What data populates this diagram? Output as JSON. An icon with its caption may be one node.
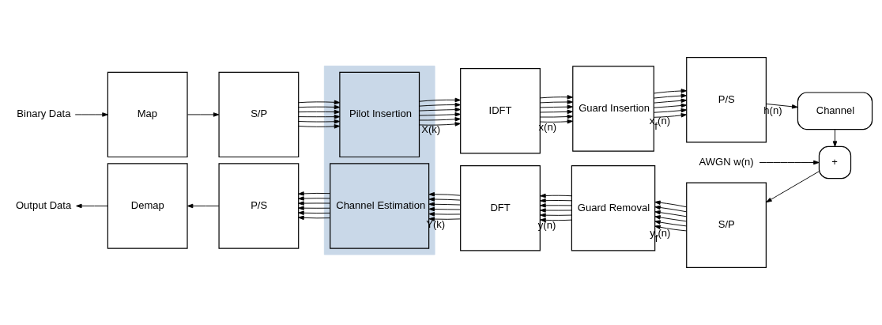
{
  "diagram": {
    "nodes": [
      {
        "text": [],
        "shape": "band"
      },
      {
        "text": [
          "Binary Data"
        ]
      },
      {
        "text": [
          "Map"
        ]
      },
      {
        "text": [
          "S/P"
        ]
      },
      {
        "text": [
          "Pilot Insertion"
        ],
        "in": 0
      },
      {
        "text": [
          "IDFT"
        ]
      },
      {
        "text": [
          "Guard Insertion"
        ]
      },
      {
        "text": [
          "P/S"
        ]
      },
      {
        "text": [
          "Channel"
        ]
      },
      {
        "text": [
          "AWGN w(n)"
        ]
      },
      {
        "text": [
          "+"
        ]
      },
      {
        "text": [
          "S/P"
        ]
      },
      {
        "text": [
          "Guard Removal"
        ]
      },
      {
        "text": [
          "DFT"
        ]
      },
      {
        "text": [
          "Channel Estimation"
        ],
        "in": 0
      },
      {
        "text": [
          "P/S"
        ]
      },
      {
        "text": [
          "Demap"
        ]
      },
      {
        "text": [
          "Output Data"
        ]
      }
    ],
    "edges": [
      {
        "from": 1,
        "to": 2,
        "arrow": "to"
      },
      {
        "from": 2,
        "to": 3,
        "arrow": "to"
      },
      {
        "from": 3,
        "to": 4,
        "arrow": "to"
      },
      {
        "from": 3,
        "to": 4,
        "arrow": "to"
      },
      {
        "from": 3,
        "to": 4,
        "arrow": "to"
      },
      {
        "from": 3,
        "to": 4,
        "arrow": "to"
      },
      {
        "from": 3,
        "to": 4,
        "arrow": "to"
      },
      {
        "from": 3,
        "to": 4,
        "arrow": "to"
      },
      {
        "from": 4,
        "to": 5,
        "arrow": "to",
        "label": "X(k)"
      },
      {
        "from": 4,
        "to": 5,
        "arrow": "to"
      },
      {
        "from": 4,
        "to": 5,
        "arrow": "to"
      },
      {
        "from": 4,
        "to": 5,
        "arrow": "to"
      },
      {
        "from": 4,
        "to": 5,
        "arrow": "to"
      },
      {
        "from": 4,
        "to": 5,
        "arrow": "to"
      },
      {
        "from": 5,
        "to": 6,
        "arrow": "to",
        "label": "x(n)"
      },
      {
        "from": 5,
        "to": 6,
        "arrow": "to"
      },
      {
        "from": 5,
        "to": 6,
        "arrow": "to"
      },
      {
        "from": 5,
        "to": 6,
        "arrow": "to"
      },
      {
        "from": 5,
        "to": 6,
        "arrow": "to"
      },
      {
        "from": 5,
        "to": 6,
        "arrow": "to"
      },
      {
        "from": 6,
        "to": 7,
        "arrow": "to",
        "label": "x$_{f}$(n)"
      },
      {
        "from": 6,
        "to": 7,
        "arrow": "to"
      },
      {
        "from": 6,
        "to": 7,
        "arrow": "to"
      },
      {
        "from": 6,
        "to": 7,
        "arrow": "to"
      },
      {
        "from": 6,
        "to": 7,
        "arrow": "to"
      },
      {
        "from": 6,
        "to": 7,
        "arrow": "to"
      },
      {
        "from": 7,
        "to": 8,
        "arrow": "to",
        "label": "h(n)"
      },
      {
        "from": 8,
        "to": 10,
        "arrow": "to"
      },
      {
        "from": 9,
        "to": 10,
        "arrow": "to"
      },
      {
        "from": 10,
        "to": 11,
        "arrow": "to"
      },
      {
        "from": 11,
        "to": 12,
        "arrow": "to",
        "label": "y$_{f}$(n)"
      },
      {
        "from": 11,
        "to": 12,
        "arrow": "to"
      },
      {
        "from": 11,
        "to": 12,
        "arrow": "to"
      },
      {
        "from": 11,
        "to": 12,
        "arrow": "to"
      },
      {
        "from": 11,
        "to": 12,
        "arrow": "to"
      },
      {
        "from": 11,
        "to": 12,
        "arrow": "to"
      },
      {
        "from": 12,
        "to": 13,
        "arrow": "to",
        "label": "y(n)"
      },
      {
        "from": 12,
        "to": 13,
        "arrow": "to"
      },
      {
        "from": 12,
        "to": 13,
        "arrow": "to"
      },
      {
        "from": 12,
        "to": 13,
        "arrow": "to"
      },
      {
        "from": 12,
        "to": 13,
        "arrow": "to"
      },
      {
        "from": 12,
        "to": 13,
        "arrow": "to"
      },
      {
        "from": 13,
        "to": 14,
        "arrow": "to",
        "label": "Y(k)"
      },
      {
        "from": 13,
        "to": 14,
        "arrow": "to"
      },
      {
        "from": 13,
        "to": 14,
        "arrow": "to"
      },
      {
        "from": 13,
        "to": 14,
        "arrow": "to"
      },
      {
        "from": 13,
        "to": 14,
        "arrow": "to"
      },
      {
        "from": 13,
        "to": 14,
        "arrow": "to"
      },
      {
        "from": 14,
        "to": 15,
        "arrow": "to"
      },
      {
        "from": 14,
        "to": 15,
        "arrow": "to"
      },
      {
        "from": 14,
        "to": 15,
        "arrow": "to"
      },
      {
        "from": 14,
        "to": 15,
        "arrow": "to"
      },
      {
        "from": 14,
        "to": 15,
        "arrow": "to"
      },
      {
        "from": 14,
        "to": 15,
        "arrow": "to"
      },
      {
        "from": 15,
        "to": 16,
        "arrow": "to"
      },
      {
        "from": 16,
        "to": 17,
        "arrow": "to"
      }
    ]
  }
}
